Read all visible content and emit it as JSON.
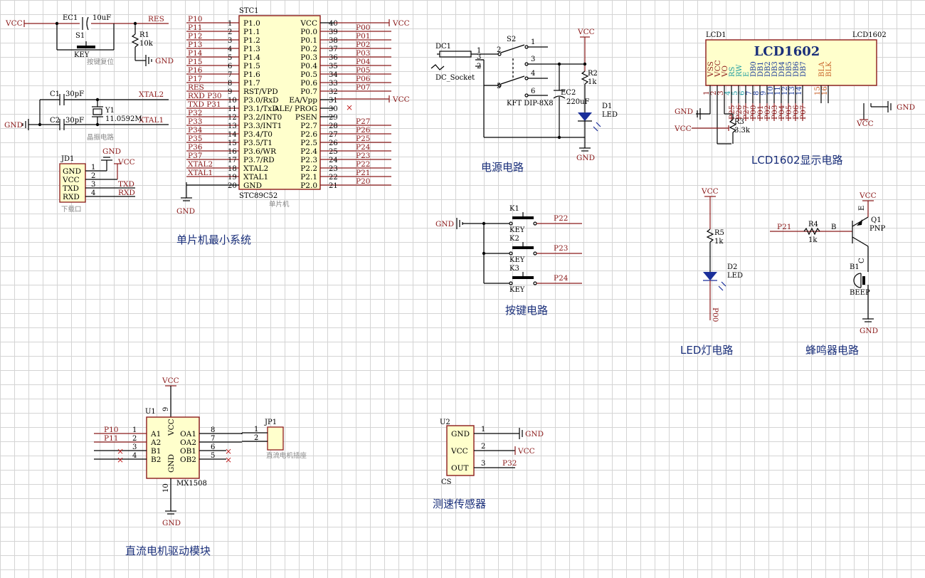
{
  "captions": {
    "mcu": "单片机最小系统",
    "power": "电源电路",
    "lcd": "LCD1602显示电路",
    "keys": "按键电路",
    "led": "LED灯电路",
    "buzzer": "蜂鸣器电路",
    "motor": "直流电机驱动模块",
    "sensor": "测速传感器",
    "reset": "按键复位",
    "crystal": "晶振电路",
    "download": "下载口",
    "mcu_chip": "单片机",
    "motor_socket": "直流电机插座"
  },
  "nets": {
    "vcc": "VCC",
    "gnd": "GND",
    "res": "RES",
    "xtal1": "XTAL1",
    "xtal2": "XTAL2",
    "txd": "TXD",
    "rxd": "RXD",
    "p22": "P22",
    "p23": "P23",
    "p24": "P24",
    "p21": "P21",
    "p10": "P10",
    "p11": "P11",
    "p32": "P32",
    "p00": "P00"
  },
  "reset_circuit": {
    "ec1": "EC1",
    "ec1_value": "10uF",
    "s1": "S1",
    "s1_value": "KEY",
    "r1": "R1",
    "r1_value": "10k"
  },
  "crystal_circuit": {
    "c1": "C1",
    "c1_value": "30pF",
    "c2": "C2",
    "c2_value": "30pF",
    "y1": "Y1",
    "y1_value": "11.0592M"
  },
  "jd1": {
    "designator": "JD1",
    "pins": [
      {
        "name": "GND",
        "num": "1"
      },
      {
        "name": "VCC",
        "num": "2"
      },
      {
        "name": "TXD",
        "num": "3"
      },
      {
        "name": "RXD",
        "num": "4"
      }
    ]
  },
  "stc": {
    "designator": "STC1",
    "part": "STC89C52",
    "left_pins": [
      {
        "net": "P10",
        "num": "1",
        "name": "P1.0"
      },
      {
        "net": "P11",
        "num": "2",
        "name": "P1.1"
      },
      {
        "net": "P12",
        "num": "3",
        "name": "P1.2"
      },
      {
        "net": "P13",
        "num": "4",
        "name": "P1.3"
      },
      {
        "net": "P14",
        "num": "5",
        "name": "P1.4"
      },
      {
        "net": "P15",
        "num": "6",
        "name": "P1.5"
      },
      {
        "net": "P16",
        "num": "7",
        "name": "P1.6"
      },
      {
        "net": "P17",
        "num": "8",
        "name": "P1.7"
      },
      {
        "net": "RES",
        "num": "9",
        "name": "RST/VPD"
      },
      {
        "net": "RXD P30",
        "num": "10",
        "name": "P3.0/RxD"
      },
      {
        "net": "TXD P31",
        "num": "11",
        "name": "P3.1/TxD"
      },
      {
        "net": "P32",
        "num": "12",
        "name": "P3.2/INT0"
      },
      {
        "net": "P33",
        "num": "13",
        "name": "P3.3/INT1"
      },
      {
        "net": "P34",
        "num": "14",
        "name": "P3.4/T0"
      },
      {
        "net": "P35",
        "num": "15",
        "name": "P3.5/T1"
      },
      {
        "net": "P36",
        "num": "16",
        "name": "P3.6/WR"
      },
      {
        "net": "P37",
        "num": "17",
        "name": "P3.7/RD"
      },
      {
        "net": "XTAL2",
        "num": "18",
        "name": "XTAL2"
      },
      {
        "net": "XTAL1",
        "num": "19",
        "name": "XTAL1"
      },
      {
        "net": "",
        "num": "20",
        "name": "GND"
      }
    ],
    "right_pins": [
      {
        "net": "",
        "num": "40",
        "name": "VCC"
      },
      {
        "net": "P00",
        "num": "39",
        "name": "P0.0"
      },
      {
        "net": "P01",
        "num": "38",
        "name": "P0.1"
      },
      {
        "net": "P02",
        "num": "37",
        "name": "P0.2"
      },
      {
        "net": "P03",
        "num": "36",
        "name": "P0.3"
      },
      {
        "net": "P04",
        "num": "35",
        "name": "P0.4"
      },
      {
        "net": "P05",
        "num": "34",
        "name": "P0.5"
      },
      {
        "net": "P06",
        "num": "33",
        "name": "P0.6"
      },
      {
        "net": "P07",
        "num": "32",
        "name": "P0.7"
      },
      {
        "net": "",
        "num": "31",
        "name": "EA/Vpp"
      },
      {
        "net": "",
        "num": "30",
        "name": "ALE/ PROG"
      },
      {
        "net": "",
        "num": "29",
        "name": "PSEN"
      },
      {
        "net": "P27",
        "num": "28",
        "name": "P2.7"
      },
      {
        "net": "P26",
        "num": "27",
        "name": "P2.6"
      },
      {
        "net": "P25",
        "num": "26",
        "name": "P2.5"
      },
      {
        "net": "P24",
        "num": "25",
        "name": "P2.4"
      },
      {
        "net": "P23",
        "num": "24",
        "name": "P2.3"
      },
      {
        "net": "P22",
        "num": "23",
        "name": "P2.2"
      },
      {
        "net": "P21",
        "num": "22",
        "name": "P2.1"
      },
      {
        "net": "P20",
        "num": "21",
        "name": "P2.0"
      }
    ]
  },
  "power_circuit": {
    "dc1": "DC1",
    "dc1_value": "DC_Socket",
    "s2": "S2",
    "s2_value": "KFT DIP-8X8",
    "ec2": "EC2",
    "ec2_value": "220uF",
    "r2": "R2",
    "r2_value": "1k",
    "d1": "D1",
    "d1_value": "LED",
    "dc_pins": [
      "1",
      "3",
      "2"
    ],
    "switch_pins": [
      "1",
      "2",
      "3",
      "4",
      "5",
      "6"
    ]
  },
  "lcd": {
    "designator": "LCD1",
    "part": "LCD1602",
    "title": "LCD1602",
    "pins": [
      {
        "num": "1",
        "name": "VSS",
        "net": ""
      },
      {
        "num": "2",
        "name": "VCC",
        "net": ""
      },
      {
        "num": "3",
        "name": "VO",
        "net": ""
      },
      {
        "num": "4",
        "name": "RS",
        "net": "P25"
      },
      {
        "num": "5",
        "name": "RW",
        "net": "P26"
      },
      {
        "num": "6",
        "name": "E",
        "net": "P27"
      },
      {
        "num": "7",
        "name": "DB0",
        "net": "P00"
      },
      {
        "num": "8",
        "name": "DB1",
        "net": "P01"
      },
      {
        "num": "9",
        "name": "DB2",
        "net": "P02"
      },
      {
        "num": "10",
        "name": "DB3",
        "net": "P03"
      },
      {
        "num": "11",
        "name": "DB4",
        "net": "P04"
      },
      {
        "num": "12",
        "name": "DB5",
        "net": "P05"
      },
      {
        "num": "13",
        "name": "DB6",
        "net": "P06"
      },
      {
        "num": "14",
        "name": "DB7",
        "net": "P07"
      },
      {
        "num": "15",
        "name": "BLA",
        "net": ""
      },
      {
        "num": "16",
        "name": "BLK",
        "net": ""
      }
    ],
    "r3": "R3",
    "r3_value": "3.3k"
  },
  "keys": [
    {
      "designator": "K1",
      "value": "KEY",
      "net": "P22"
    },
    {
      "designator": "K2",
      "value": "KEY",
      "net": "P23"
    },
    {
      "designator": "K3",
      "value": "KEY",
      "net": "P24"
    }
  ],
  "led_circuit": {
    "r5": "R5",
    "r5_value": "1k",
    "d2": "D2",
    "d2_value": "LED"
  },
  "buzzer_circuit": {
    "q1": "Q1",
    "q1_value": "PNP",
    "r4": "R4",
    "r4_value": "1k",
    "b1": "B1",
    "b1_value": "BEEP",
    "pin_b": "B",
    "pin_e": "E",
    "pin_c": "C"
  },
  "motor_driver": {
    "designator": "U1",
    "part": "MX1508",
    "left_pins": [
      {
        "num": "1",
        "name": "A1",
        "net": "P10"
      },
      {
        "num": "2",
        "name": "A2",
        "net": "P11"
      },
      {
        "num": "3",
        "name": "B1",
        "net": ""
      },
      {
        "num": "4",
        "name": "B2",
        "net": ""
      }
    ],
    "right_pins": [
      {
        "num": "8",
        "name": "OA1"
      },
      {
        "num": "7",
        "name": "OA2"
      },
      {
        "num": "6",
        "name": "OB1"
      },
      {
        "num": "5",
        "name": "OB2"
      }
    ],
    "top_pin": {
      "num": "9",
      "name": "VCC"
    },
    "bottom_pin": {
      "num": "10",
      "name": "GND"
    },
    "jp1": "JP1",
    "jp1_pins": [
      "1",
      "2"
    ]
  },
  "sensor": {
    "designator": "U2",
    "part": "CS",
    "pins": [
      {
        "name": "GND",
        "num": "1",
        "net": "GND"
      },
      {
        "name": "VCC",
        "num": "2",
        "net": "VCC"
      },
      {
        "name": "OUT",
        "num": "3",
        "net": "P32"
      }
    ]
  }
}
